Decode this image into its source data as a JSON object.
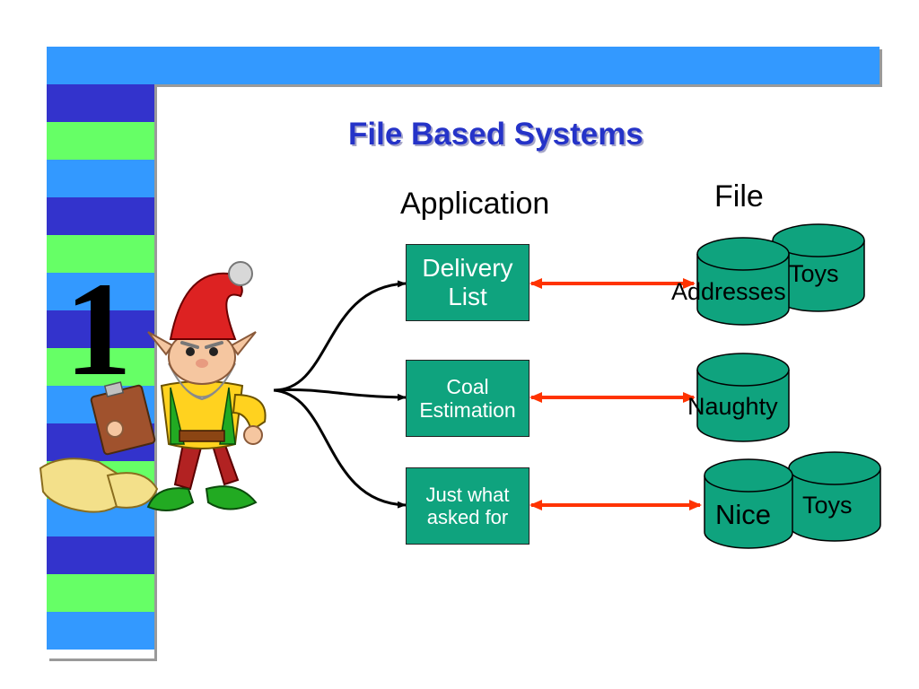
{
  "slide": {
    "number": "1",
    "title": "File Based Systems"
  },
  "columns": {
    "application": "Application",
    "file": "File"
  },
  "applications": [
    {
      "label_line1": "Delivery",
      "label_line2": "List"
    },
    {
      "label_line1": "Coal",
      "label_line2": "Estimation"
    },
    {
      "label_line1": "Just what",
      "label_line2": "asked for"
    }
  ],
  "files": {
    "addresses": "Addresses",
    "toys_top": "Toys",
    "naughty": "Naughty",
    "nice": "Nice",
    "toys_bottom": "Toys"
  },
  "colors": {
    "top_bar": "#3399ff",
    "stripe_dark": "#3333cc",
    "stripe_green": "#66ff66",
    "stripe_light": "#3399ff",
    "title": "#2533c8",
    "box_fill": "#0fa37e",
    "cylinder_fill": "#0fa37e",
    "arrow_red": "#ff3300"
  },
  "icons": {
    "elf": "elf-with-clipboard-illustration"
  }
}
